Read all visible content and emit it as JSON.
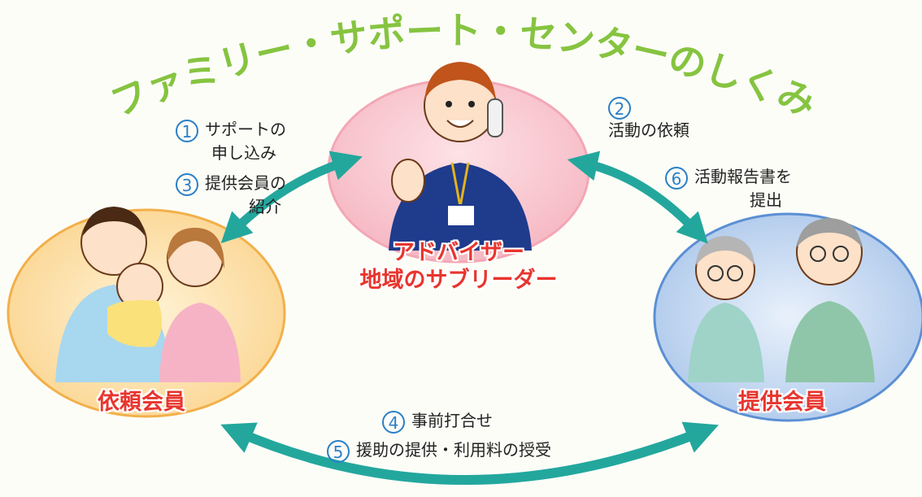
{
  "title": "ファミリー・サポート・センターのしくみ",
  "center_roles": [
    "アドバイザー",
    "地域のサブリーダー"
  ],
  "left_role": "依頼会員",
  "right_role": "提供会員",
  "steps": {
    "s1": {
      "num": "1",
      "lines": [
        "サポートの",
        "申し込み"
      ]
    },
    "s2": {
      "num": "2",
      "lines": [
        "活動の依頼"
      ]
    },
    "s3": {
      "num": "3",
      "lines": [
        "提供会員の",
        "紹介"
      ]
    },
    "s4": {
      "num": "4",
      "lines": [
        "事前打合せ"
      ]
    },
    "s5": {
      "num": "5",
      "lines": [
        "援助の提供・利用料の授受"
      ]
    },
    "s6": {
      "num": "6",
      "lines": [
        "活動報告書を",
        "提出"
      ]
    }
  },
  "colors": {
    "title_green": "#86c440",
    "arrow_teal": "#23a79d",
    "role_red": "#e8352e",
    "num_blue": "#2a7fc7"
  }
}
